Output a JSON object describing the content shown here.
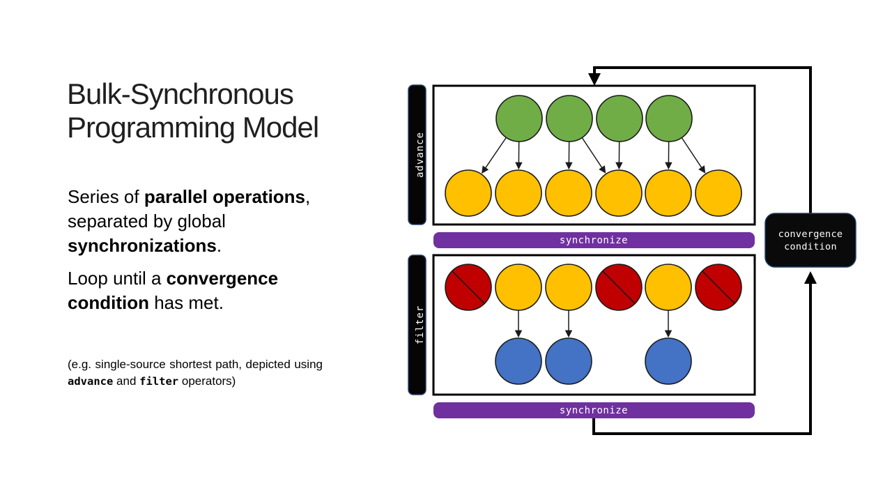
{
  "slide": {
    "title": "Bulk-Synchronous Programming Model",
    "para1": [
      {
        "text": "Series of "
      },
      {
        "text": "parallel operations"
      },
      {
        "text": ", separated by global "
      },
      {
        "text": "synchronizations"
      },
      {
        "text": "."
      }
    ],
    "para2": [
      {
        "text": "Loop until a "
      },
      {
        "text": "convergence condition"
      },
      {
        "text": " has met."
      }
    ],
    "note": [
      {
        "text": "(e.g. single-source shortest path, depicted using "
      },
      {
        "text": "advance"
      },
      {
        "text": " and "
      },
      {
        "text": "filter"
      },
      {
        "text": " operators)"
      }
    ]
  },
  "diagram": {
    "advance_label": "advance",
    "filter_label": "filter",
    "sync_top_label": "synchronize",
    "sync_bottom_label": "synchronize",
    "convergence_line1": "convergence",
    "convergence_line2": "condition",
    "colors": {
      "green": "#70AD47",
      "yellow": "#FFC000",
      "red": "#C00000",
      "blue": "#4472C4",
      "purple": "#7030A0",
      "box_black": "#0a0a0a",
      "stroke": "#1a1a1a"
    },
    "advance_box": {
      "top_row": [
        "green",
        "green",
        "green",
        "green"
      ],
      "bottom_row": [
        "yellow",
        "yellow",
        "yellow",
        "yellow",
        "yellow",
        "yellow"
      ],
      "edges": [
        [
          0,
          0
        ],
        [
          0,
          1
        ],
        [
          1,
          2
        ],
        [
          1,
          3
        ],
        [
          2,
          3
        ],
        [
          3,
          4
        ],
        [
          3,
          5
        ]
      ]
    },
    "filter_box": {
      "top_row": [
        {
          "color": "red",
          "slash": true
        },
        {
          "color": "yellow",
          "slash": false
        },
        {
          "color": "yellow",
          "slash": false
        },
        {
          "color": "red",
          "slash": true
        },
        {
          "color": "yellow",
          "slash": false
        },
        {
          "color": "red",
          "slash": true
        }
      ],
      "bottom_row": [
        {
          "color": "blue",
          "col": 1
        },
        {
          "color": "blue",
          "col": 2
        },
        {
          "color": "blue",
          "col": 4
        }
      ],
      "edges": [
        [
          1,
          0
        ],
        [
          2,
          1
        ],
        [
          4,
          2
        ]
      ]
    }
  }
}
